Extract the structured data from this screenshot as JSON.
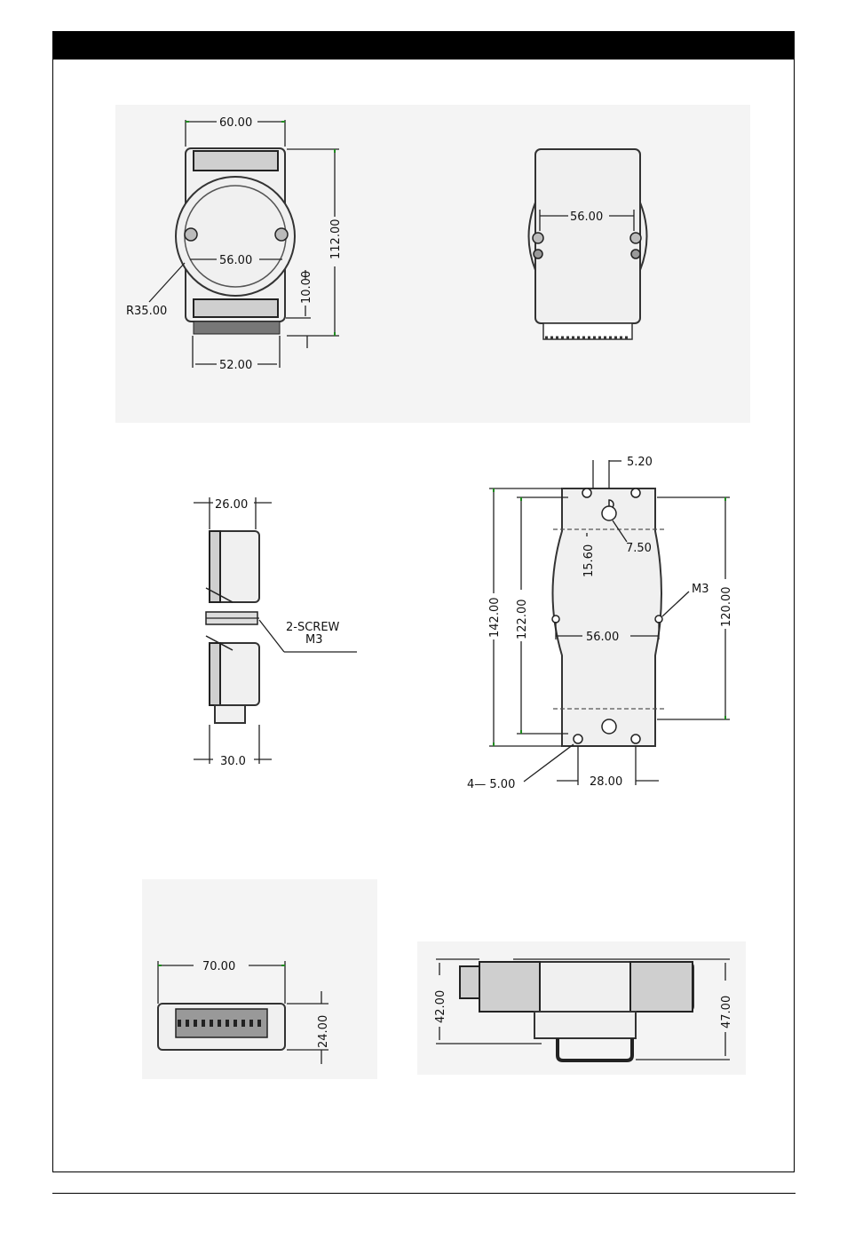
{
  "views": {
    "front": {
      "width_top": "60.00",
      "hole_spacing": "56.00",
      "height": "112.00",
      "edge": "10.00",
      "radius": "R35.00",
      "width_bottom": "52.00"
    },
    "back": {
      "hole_spacing": "56.00"
    },
    "side": {
      "depth_top": "26.00",
      "depth_bottom": "30.0",
      "screw_label_1": "2-SCREW",
      "screw_label_2": "M3"
    },
    "mount": {
      "slot_width": "5.20",
      "slot_dia": "7.50",
      "slot_offset": "15.60",
      "total_height": "142.00",
      "hole_height": "122.00",
      "body_height": "120.00",
      "screw": "M3",
      "screw_spacing": "56.00",
      "holes": "4— 5.00",
      "hole_offset": "28.00"
    },
    "bottom": {
      "width": "70.00",
      "height": "24.00"
    },
    "rail": {
      "height_a": "42.00",
      "height_b": "47.00"
    }
  }
}
